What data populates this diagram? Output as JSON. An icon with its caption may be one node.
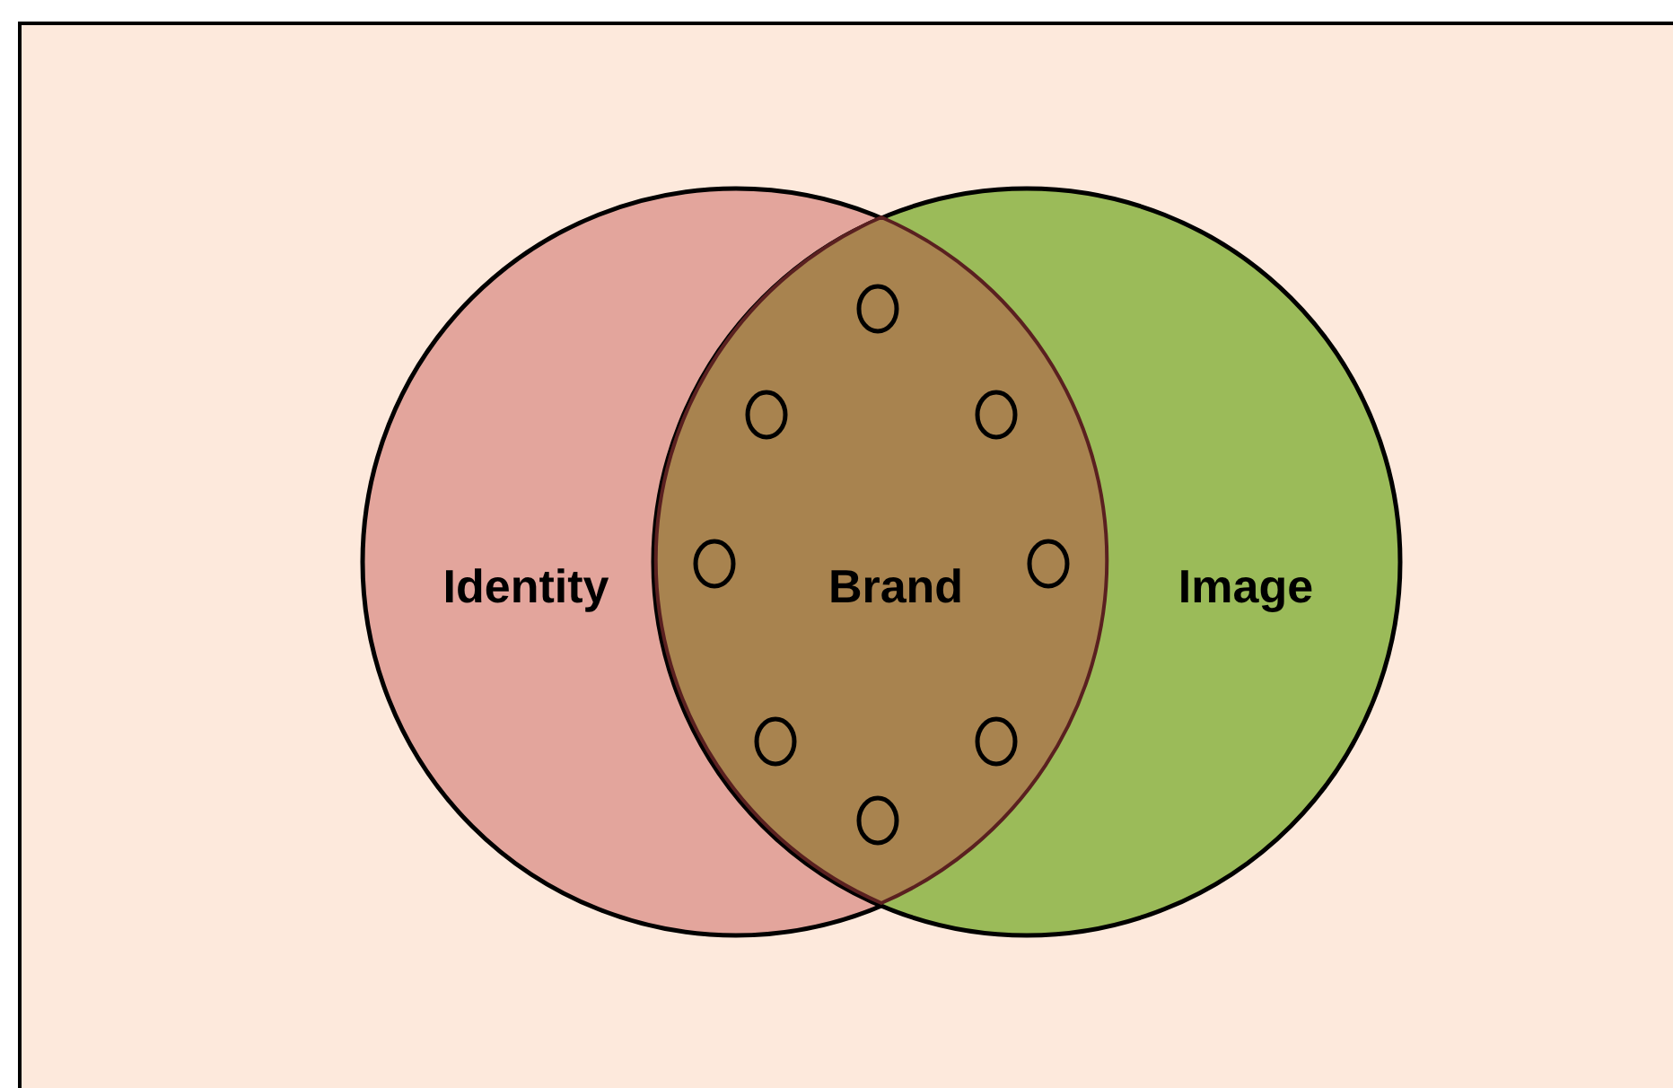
{
  "diagram": {
    "nodes": [
      {
        "text": [
          "Identity"
        ]
      },
      {
        "text": [
          "Image"
        ]
      },
      {
        "text": [
          "Brand"
        ]
      },
      {
        "text": [],
        "shape": "circle",
        "in": 2
      },
      {
        "text": [],
        "shape": "circle",
        "in": 2
      },
      {
        "text": [],
        "shape": "circle",
        "in": 2
      },
      {
        "text": [],
        "shape": "circle",
        "in": 2
      },
      {
        "text": [],
        "shape": "circle",
        "in": 2
      },
      {
        "text": [],
        "shape": "circle",
        "in": 2
      },
      {
        "text": [],
        "shape": "circle",
        "in": 2
      },
      {
        "text": [],
        "shape": "circle",
        "in": 2
      }
    ]
  }
}
